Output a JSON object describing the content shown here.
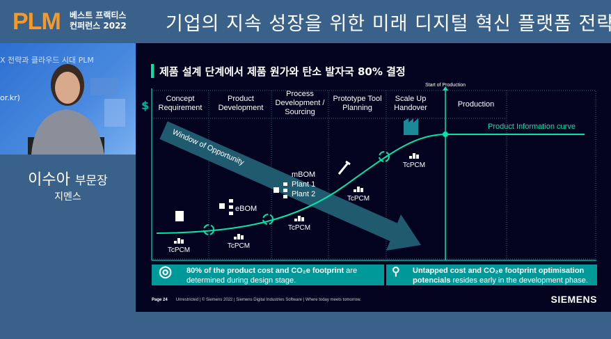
{
  "banner": {
    "logo": "PLM",
    "subtitle_line1": "베스트 프랙티스",
    "subtitle_line2": "컨퍼런스 2022",
    "title": "기업의 지속 성장을 위한 미래 디지털 혁신 플랫폼 전략"
  },
  "speaker": {
    "background_text": "X 전략과 클라우드 시대 PLM",
    "background_text2": "or.kr)",
    "name": "이수아",
    "position": "부문장",
    "company": "지멘스"
  },
  "slide": {
    "title": "제품 설계 단계에서 제품 원가와 탄소 발자국 80% 결정",
    "y_axis_symbol": "$",
    "start_of_production": "Start of Production",
    "phases": [
      "Concept Requirement",
      "Product Development",
      "Process Development / Sourcing",
      "Prototype Tool Planning",
      "Scale Up Handover",
      "Production"
    ],
    "curve_label": "Product Information curve",
    "window_label": "Window of Opportunity",
    "tools": {
      "tcpcm": "TcPCM",
      "ebom": "eBOM",
      "mbom": "mBOM",
      "plant1": "Plant 1",
      "plant2": "Plant 2"
    },
    "info_left": {
      "bold": "80% of the product cost and CO₂e footprint",
      "normal": " are determined during design stage."
    },
    "info_right": {
      "bold": "Untapped cost and CO₂e footprint optimisation potencials",
      "normal": " resides early in the development phase."
    },
    "footer": {
      "page": "Page 24",
      "text": "Unrestricted | © Siemens 2022 | Siemens Digital Industries Software | Where today meets tomorrow."
    },
    "brand": "SIEMENS",
    "colors": {
      "accent": "#00e6a8",
      "teal": "#009999",
      "background": "#03031f"
    }
  }
}
